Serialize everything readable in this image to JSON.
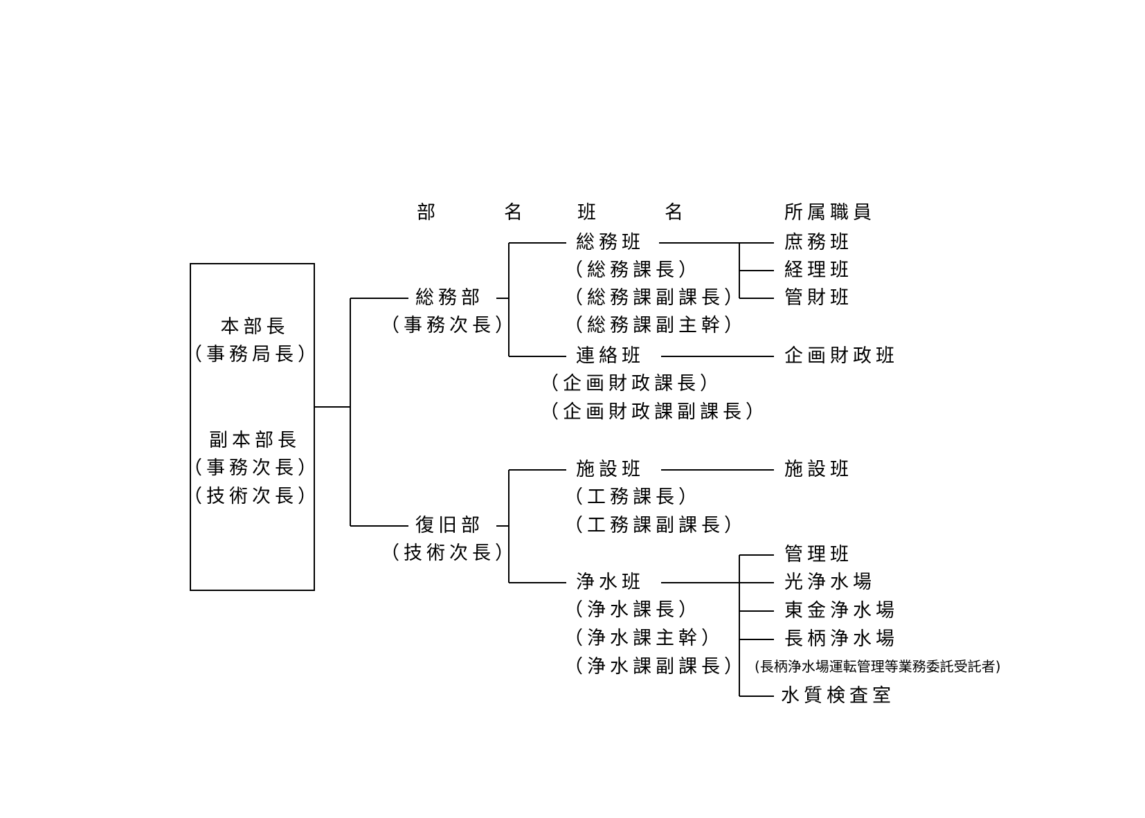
{
  "headers": {
    "department": "部　名",
    "team": "班　名",
    "staff": "所属職員"
  },
  "hq": {
    "head": "本部長",
    "head_role": "（事務局長）",
    "deputy": "副本部長",
    "deputy_role_1": "（事務次長）",
    "deputy_role_2": "（技術次長）"
  },
  "departments": [
    {
      "name": "総務部",
      "role": "（事務次長）",
      "teams": [
        {
          "name": "総務班",
          "roles": [
            "（総務課長）",
            "（総務課副課長）",
            "（総務課副主幹）"
          ],
          "staff": [
            "庶務班",
            "経理班",
            "管財班"
          ]
        },
        {
          "name": "連絡班",
          "roles": [
            "（企画財政課長）",
            "（企画財政課副課長）"
          ],
          "staff": [
            "企画財政班"
          ]
        }
      ]
    },
    {
      "name": "復旧部",
      "role": "（技術次長）",
      "teams": [
        {
          "name": "施設班",
          "roles": [
            "（工務課長）",
            "（工務課副課長）"
          ],
          "staff": [
            "施設班"
          ]
        },
        {
          "name": "浄水班",
          "roles": [
            "（浄水課長）",
            "（浄水課主幹）",
            "（浄水課副課長）"
          ],
          "staff": [
            "管理班",
            "光浄水場",
            "東金浄水場",
            "長柄浄水場",
            "水質検査室"
          ],
          "staff_note": "(長柄浄水場運転管理等業務委託受託者)"
        }
      ]
    }
  ]
}
